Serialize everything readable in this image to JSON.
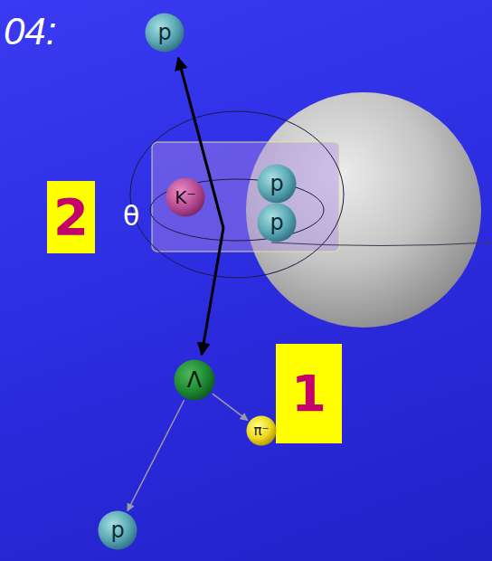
{
  "diagram": {
    "nodes": [
      {
        "text": [
          "p"
        ]
      },
      {
        "text": [
          "2"
        ]
      },
      {
        "text": [
          "K⁻"
        ]
      },
      {
        "text": [
          "p"
        ]
      },
      {
        "text": [
          "p"
        ]
      },
      {
        "text": [
          "Λ"
        ]
      },
      {
        "text": [
          "1"
        ]
      },
      {
        "text": [
          "π⁻"
        ]
      },
      {
        "text": [
          "p"
        ]
      }
    ],
    "edges": [
      {
        "from": 5,
        "to": 8,
        "arrow": "to"
      },
      {
        "from": 5,
        "to": 7,
        "arrow": "to"
      }
    ],
    "labels": [
      "04:",
      "θ"
    ]
  }
}
